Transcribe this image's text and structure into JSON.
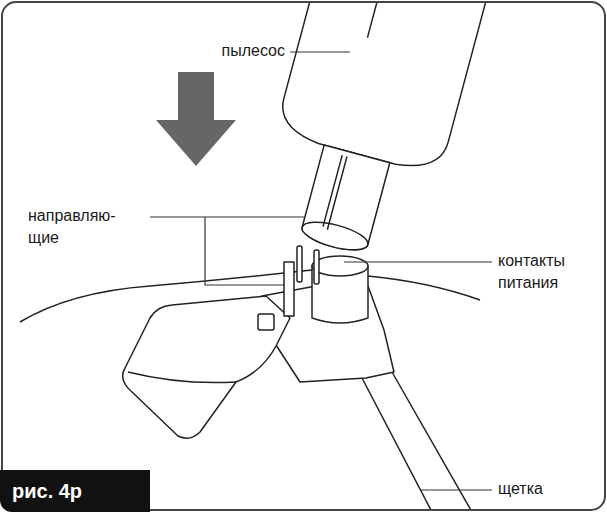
{
  "diagram": {
    "caption": "рис. 4р",
    "labels": [
      "пылесос",
      "направляю- щие",
      "контакты питания",
      "щетка"
    ]
  }
}
